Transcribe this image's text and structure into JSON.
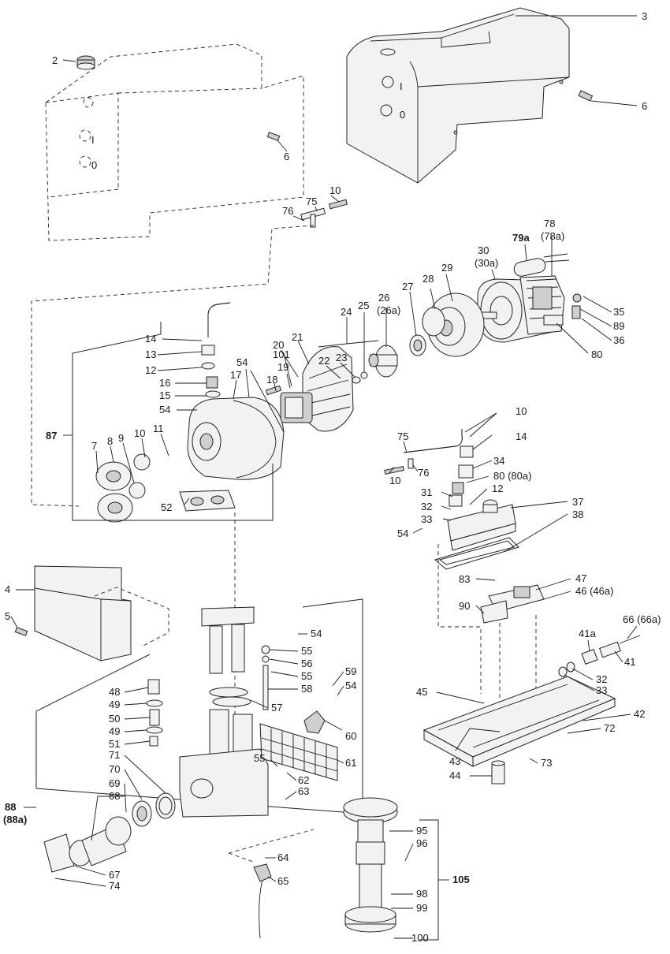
{
  "labels": [
    {
      "id": "l2",
      "text": "2"
    },
    {
      "id": "l3",
      "text": "3"
    },
    {
      "id": "l6a",
      "text": "6"
    },
    {
      "id": "l6b",
      "text": "6"
    },
    {
      "id": "l10a",
      "text": "10"
    },
    {
      "id": "l75a",
      "text": "75"
    },
    {
      "id": "l76a",
      "text": "76"
    },
    {
      "id": "l79a",
      "text": "79a"
    },
    {
      "id": "l78",
      "text": "78"
    },
    {
      "id": "l78a",
      "text": "(78a)"
    },
    {
      "id": "l30",
      "text": "30"
    },
    {
      "id": "l30a",
      "text": "(30a)"
    },
    {
      "id": "l29",
      "text": "29"
    },
    {
      "id": "l28",
      "text": "28"
    },
    {
      "id": "l27",
      "text": "27"
    },
    {
      "id": "l26",
      "text": "26"
    },
    {
      "id": "l26a",
      "text": "(26a)"
    },
    {
      "id": "l25",
      "text": "25"
    },
    {
      "id": "l24",
      "text": "24"
    },
    {
      "id": "l35",
      "text": "35"
    },
    {
      "id": "l89",
      "text": "89"
    },
    {
      "id": "l36",
      "text": "36"
    },
    {
      "id": "l80a",
      "text": "80"
    },
    {
      "id": "l14a",
      "text": "14"
    },
    {
      "id": "l13",
      "text": "13"
    },
    {
      "id": "l12a",
      "text": "12"
    },
    {
      "id": "l16",
      "text": "16"
    },
    {
      "id": "l15",
      "text": "15"
    },
    {
      "id": "l54a",
      "text": "54"
    },
    {
      "id": "l101",
      "text": "101"
    },
    {
      "id": "l20",
      "text": "20"
    },
    {
      "id": "l21",
      "text": "21"
    },
    {
      "id": "l19",
      "text": "19"
    },
    {
      "id": "l18",
      "text": "18"
    },
    {
      "id": "l22",
      "text": "22"
    },
    {
      "id": "l23",
      "text": "23"
    },
    {
      "id": "l54b",
      "text": "54"
    },
    {
      "id": "l17",
      "text": "17"
    },
    {
      "id": "l87",
      "text": "87"
    },
    {
      "id": "l7",
      "text": "7"
    },
    {
      "id": "l8",
      "text": "8"
    },
    {
      "id": "l9",
      "text": "9"
    },
    {
      "id": "l10b",
      "text": "10"
    },
    {
      "id": "l11",
      "text": "11"
    },
    {
      "id": "l52",
      "text": "52"
    },
    {
      "id": "l10c",
      "text": "10"
    },
    {
      "id": "l14b",
      "text": "14"
    },
    {
      "id": "l75b",
      "text": "75"
    },
    {
      "id": "l34",
      "text": "34"
    },
    {
      "id": "l10d",
      "text": "10"
    },
    {
      "id": "l76b",
      "text": "76"
    },
    {
      "id": "l80b",
      "text": "80 (80a)"
    },
    {
      "id": "l31",
      "text": "31"
    },
    {
      "id": "l12b",
      "text": "12"
    },
    {
      "id": "l32a",
      "text": "32"
    },
    {
      "id": "l37",
      "text": "37"
    },
    {
      "id": "l33a",
      "text": "33"
    },
    {
      "id": "l38",
      "text": "38"
    },
    {
      "id": "l54c",
      "text": "54"
    },
    {
      "id": "l4",
      "text": "4"
    },
    {
      "id": "l5",
      "text": "5"
    },
    {
      "id": "l83",
      "text": "83"
    },
    {
      "id": "l47",
      "text": "47"
    },
    {
      "id": "l46",
      "text": "46 (46a)"
    },
    {
      "id": "l90",
      "text": "90"
    },
    {
      "id": "l54d",
      "text": "54"
    },
    {
      "id": "l55a",
      "text": "55"
    },
    {
      "id": "l56",
      "text": "56"
    },
    {
      "id": "l55b",
      "text": "55"
    },
    {
      "id": "l58",
      "text": "58"
    },
    {
      "id": "l57",
      "text": "57"
    },
    {
      "id": "l59",
      "text": "59"
    },
    {
      "id": "l54e",
      "text": "54"
    },
    {
      "id": "l60",
      "text": "60"
    },
    {
      "id": "l61",
      "text": "61"
    },
    {
      "id": "l55c",
      "text": "55"
    },
    {
      "id": "l62",
      "text": "62"
    },
    {
      "id": "l63",
      "text": "63"
    },
    {
      "id": "l48",
      "text": "48"
    },
    {
      "id": "l49a",
      "text": "49"
    },
    {
      "id": "l50",
      "text": "50"
    },
    {
      "id": "l49b",
      "text": "49"
    },
    {
      "id": "l51",
      "text": "51"
    },
    {
      "id": "l71",
      "text": "71"
    },
    {
      "id": "l70",
      "text": "70"
    },
    {
      "id": "l69",
      "text": "69"
    },
    {
      "id": "l68",
      "text": "68"
    },
    {
      "id": "l88",
      "text": "88"
    },
    {
      "id": "l88a",
      "text": "(88a)"
    },
    {
      "id": "l67",
      "text": "67"
    },
    {
      "id": "l74",
      "text": "74"
    },
    {
      "id": "l64",
      "text": "64"
    },
    {
      "id": "l65",
      "text": "65"
    },
    {
      "id": "l66",
      "text": "66 (66a)"
    },
    {
      "id": "l41a",
      "text": "41a"
    },
    {
      "id": "l41",
      "text": "41"
    },
    {
      "id": "l32b",
      "text": "32"
    },
    {
      "id": "l33b",
      "text": "33"
    },
    {
      "id": "l45",
      "text": "45"
    },
    {
      "id": "l42",
      "text": "42"
    },
    {
      "id": "l72",
      "text": "72"
    },
    {
      "id": "l43",
      "text": "43"
    },
    {
      "id": "l73",
      "text": "73"
    },
    {
      "id": "l44",
      "text": "44"
    },
    {
      "id": "l95",
      "text": "95"
    },
    {
      "id": "l96",
      "text": "96"
    },
    {
      "id": "l105",
      "text": "105"
    },
    {
      "id": "l98",
      "text": "98"
    },
    {
      "id": "l99",
      "text": "99"
    },
    {
      "id": "l100",
      "text": "100"
    }
  ],
  "cover_marks": {
    "on": "I",
    "off": "0"
  }
}
